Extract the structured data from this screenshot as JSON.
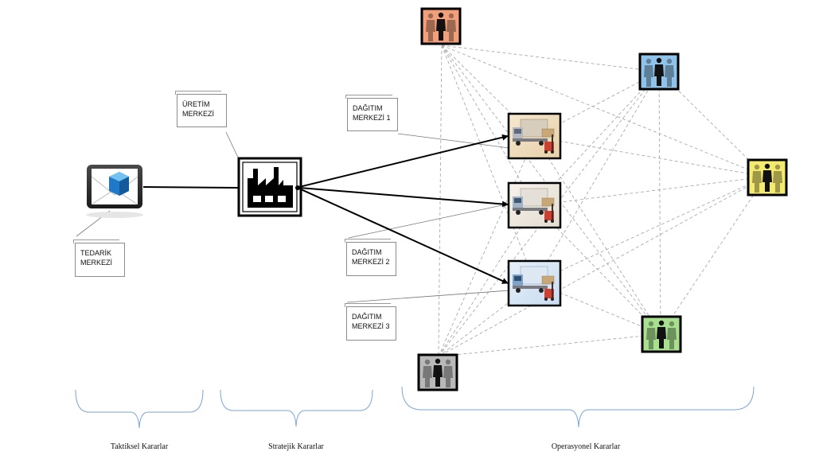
{
  "nodes": {
    "supply": {
      "label_lines": [
        "TEDARİK",
        "MERKEZİ"
      ]
    },
    "production": {
      "label_lines": [
        "ÜRETİM",
        "MERKEZİ"
      ]
    },
    "dc1": {
      "label_lines": [
        "DAĞITIM",
        "MERKEZİ 1"
      ]
    },
    "dc2": {
      "label_lines": [
        "DAĞITIM",
        "MERKEZİ 2"
      ]
    },
    "dc3": {
      "label_lines": [
        "DAĞITIM",
        "MERKEZİ 3"
      ]
    }
  },
  "customers": [
    {
      "id": "customer-orange",
      "color": "#f2a07c"
    },
    {
      "id": "customer-blue",
      "color": "#8fc3ea"
    },
    {
      "id": "customer-yellow",
      "color": "#f4ea6f"
    },
    {
      "id": "customer-green",
      "color": "#a9e08f"
    },
    {
      "id": "customer-gray",
      "color": "#b9b9b9"
    }
  ],
  "brackets": {
    "tactical": "Taktiksel Kararlar",
    "strategic": "Stratejik Kararlar",
    "operational": "Operasyonel Kararlar"
  },
  "colors": {
    "bracket": "#7aa4d6",
    "flow": "#000000",
    "delivery_dashed": "#aaaaaa"
  }
}
